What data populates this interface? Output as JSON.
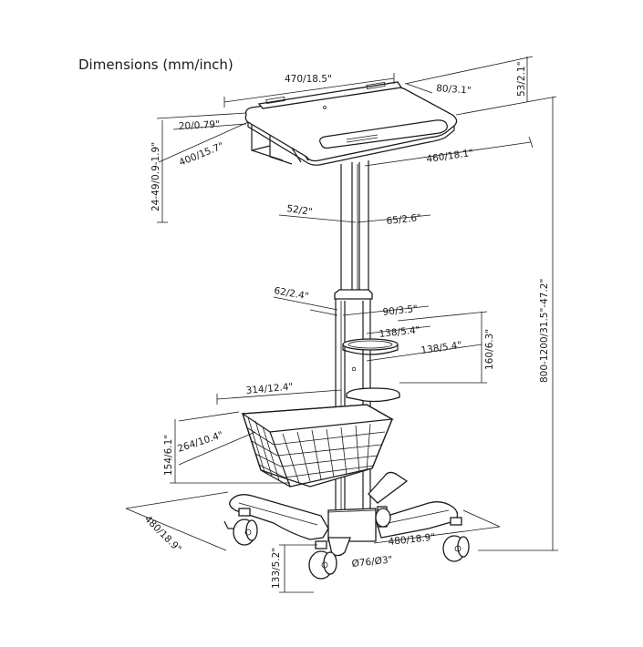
{
  "diagram": {
    "title": "Dimensions (mm/inch)",
    "dimensions": {
      "top_width": "470/18.5\"",
      "lip_depth": "80/3.1\"",
      "lip_height": "53/2.1\"",
      "edge_thickness": "20/0.79\"",
      "tray_depth": "400/15.7\"",
      "tray_width": "460/18.1\"",
      "tilt_range": "24-49/0.9-1.9\"",
      "upper_post_width": "52/2\"",
      "upper_post_depth": "65/2.6\"",
      "lower_post_width": "62/2.4\"",
      "lower_post_depth": "90/3.5\"",
      "holder_width": "138/5.4\"",
      "holder_depth": "138/5.4\"",
      "holder_spacing": "160/6.3\"",
      "total_height": "800-1200/31.5\"-47.2\"",
      "basket_width": "314/12.4\"",
      "basket_depth": "264/10.4\"",
      "basket_height": "154/6.1\"",
      "base_width": "480/18.9\"",
      "base_depth": "480/18.9\"",
      "caster_height": "133/5.2\"",
      "caster_diameter": "Ø76/Ø3\""
    }
  }
}
